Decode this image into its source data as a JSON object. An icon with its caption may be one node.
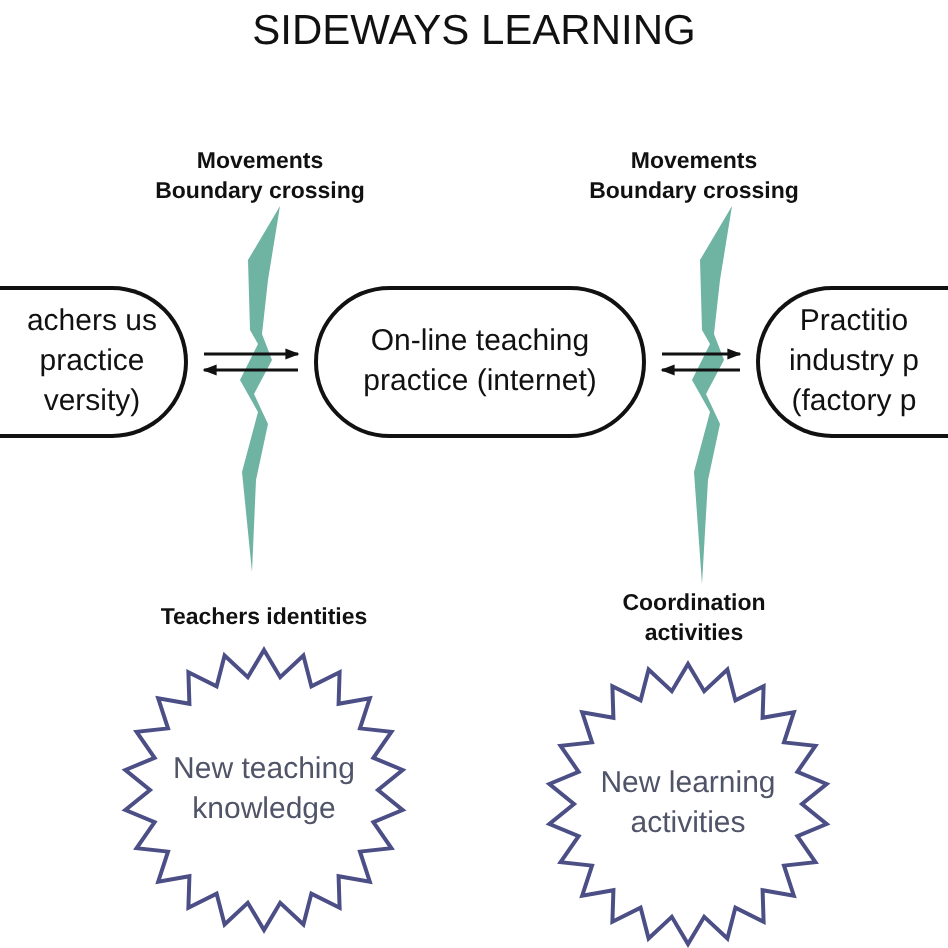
{
  "diagram": {
    "title": "SIDEWAYS LEARNING",
    "nodes": [
      {
        "text": [
          "achers us practice versity)"
        ]
      },
      {
        "text": [
          "On-line teaching practice (internet)"
        ]
      },
      {
        "text": [
          "Practitio industry p (factory p"
        ]
      },
      {
        "text": [
          "New teaching knowledge"
        ]
      },
      {
        "text": [
          "New learning activities"
        ]
      }
    ],
    "edges": [
      {
        "from": 0,
        "to": 1,
        "arrow": "to"
      },
      {
        "from": 1,
        "to": 0,
        "arrow": "to"
      },
      {
        "from": 1,
        "to": 2,
        "arrow": "to"
      },
      {
        "from": 2,
        "to": 1,
        "arrow": "to"
      }
    ],
    "labels": [
      "Movements Boundary crossing",
      "Movements Boundary crossing",
      "Teachers identities",
      "Coordination activities"
    ]
  }
}
